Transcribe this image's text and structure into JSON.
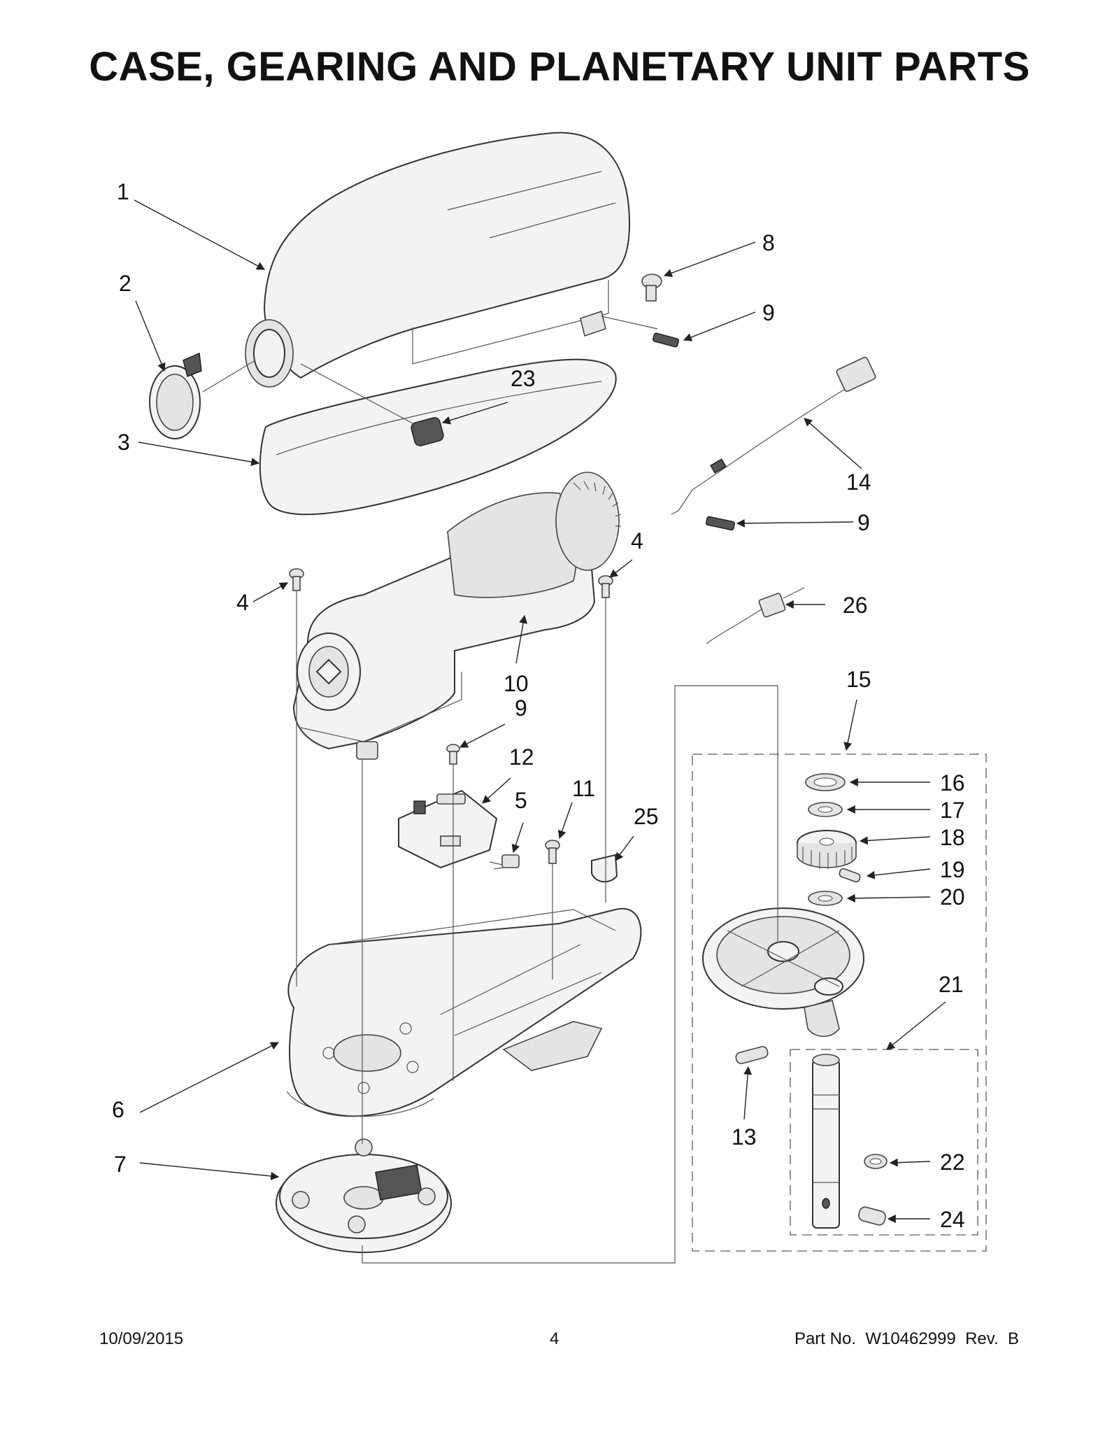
{
  "page": {
    "title": "CASE, GEARING AND PLANETARY UNIT PARTS"
  },
  "footer": {
    "date": "10/09/2015",
    "page_number": "4",
    "part_number": "Part No.  W10462999  Rev.  B"
  },
  "callouts": [
    {
      "id": "c1",
      "label": "1"
    },
    {
      "id": "c2",
      "label": "2"
    },
    {
      "id": "c3",
      "label": "3"
    },
    {
      "id": "c4a",
      "label": "4"
    },
    {
      "id": "c4b",
      "label": "4"
    },
    {
      "id": "c5",
      "label": "5"
    },
    {
      "id": "c6",
      "label": "6"
    },
    {
      "id": "c7",
      "label": "7"
    },
    {
      "id": "c8",
      "label": "8"
    },
    {
      "id": "c9a",
      "label": "9"
    },
    {
      "id": "c9b",
      "label": "9"
    },
    {
      "id": "c9c",
      "label": "9"
    },
    {
      "id": "c10",
      "label": "10"
    },
    {
      "id": "c11",
      "label": "11"
    },
    {
      "id": "c12",
      "label": "12"
    },
    {
      "id": "c13",
      "label": "13"
    },
    {
      "id": "c14",
      "label": "14"
    },
    {
      "id": "c15",
      "label": "15"
    },
    {
      "id": "c16",
      "label": "16"
    },
    {
      "id": "c17",
      "label": "17"
    },
    {
      "id": "c18",
      "label": "18"
    },
    {
      "id": "c19",
      "label": "19"
    },
    {
      "id": "c20",
      "label": "20"
    },
    {
      "id": "c21",
      "label": "21"
    },
    {
      "id": "c22",
      "label": "22"
    },
    {
      "id": "c23",
      "label": "23"
    },
    {
      "id": "c24",
      "label": "24"
    },
    {
      "id": "c25",
      "label": "25"
    },
    {
      "id": "c26",
      "label": "26"
    }
  ]
}
